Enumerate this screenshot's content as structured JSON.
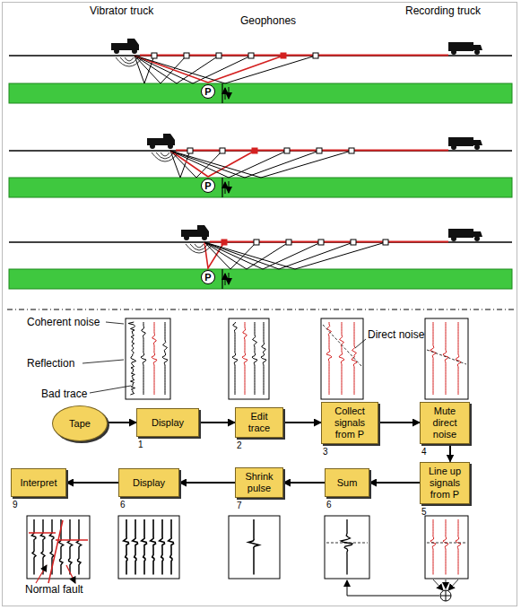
{
  "diagram": {
    "nodes": [
      {
        "text": [
          "P"
        ]
      },
      {
        "text": [
          "P"
        ]
      },
      {
        "text": [
          "P"
        ]
      },
      {
        "text": [
          "Tape"
        ]
      },
      {
        "text": [
          "Display"
        ]
      },
      {
        "text": [
          "Edit trace"
        ]
      },
      {
        "text": [
          "Collect signals from P"
        ]
      },
      {
        "text": [
          "Mute direct noise"
        ]
      },
      {
        "text": [
          "Line up signals from P"
        ]
      },
      {
        "text": [
          "Sum"
        ]
      },
      {
        "text": [
          "Shrink pulse"
        ]
      },
      {
        "text": [
          "Display"
        ]
      },
      {
        "text": [
          "Interpret"
        ]
      }
    ],
    "edges": [
      {
        "from": 3,
        "to": 4,
        "arrow": "to"
      },
      {
        "from": 4,
        "to": 5,
        "arrow": "to"
      },
      {
        "from": 5,
        "to": 6,
        "arrow": "to"
      },
      {
        "from": 6,
        "to": 7,
        "arrow": "to"
      },
      {
        "from": 7,
        "to": 8,
        "arrow": "to"
      },
      {
        "from": 8,
        "to": 9,
        "arrow": "to"
      },
      {
        "from": 9,
        "to": 10,
        "arrow": "to"
      },
      {
        "from": 10,
        "to": 11,
        "arrow": "to"
      },
      {
        "from": 11,
        "to": 12,
        "arrow": "to"
      }
    ],
    "labels": [
      "Vibrator truck",
      "Geophones",
      "Recording truck",
      "Coherent noise",
      "Reflection",
      "Bad trace",
      "Direct noise",
      "1",
      "2",
      "3",
      "4",
      "5",
      "6",
      "7",
      "6",
      "9",
      "Normal fault"
    ]
  }
}
